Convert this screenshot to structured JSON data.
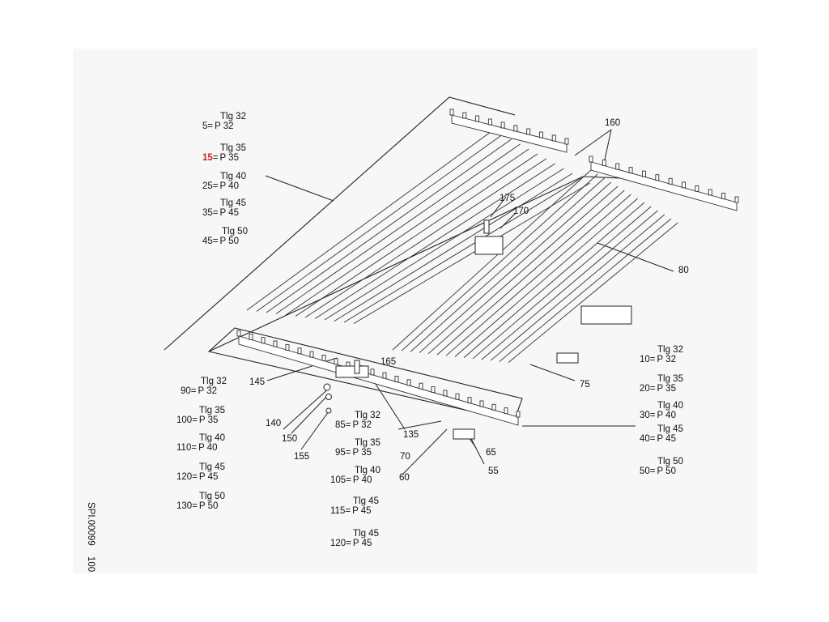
{
  "drawing_code": "SPI.00099",
  "drawing_number": "100",
  "groups": {
    "top_left": [
      {
        "pos": "5",
        "tlg": "Tlg 32",
        "p": "P 32"
      },
      {
        "pos": "15",
        "tlg": "Tlg 35",
        "p": "P 35",
        "highlight": true
      },
      {
        "pos": "25",
        "tlg": "Tlg 40",
        "p": "P 40"
      },
      {
        "pos": "35",
        "tlg": "Tlg 45",
        "p": "P 45"
      },
      {
        "pos": "45",
        "tlg": "Tlg 50",
        "p": "P 50"
      }
    ],
    "right": [
      {
        "pos": "10",
        "tlg": "Tlg 32",
        "p": "P 32"
      },
      {
        "pos": "20",
        "tlg": "Tlg 35",
        "p": "P 35"
      },
      {
        "pos": "30",
        "tlg": "Tlg 40",
        "p": "P 40"
      },
      {
        "pos": "40",
        "tlg": "Tlg 45",
        "p": "P 45"
      },
      {
        "pos": "50",
        "tlg": "Tlg 50",
        "p": "P 50"
      }
    ],
    "bottom_left": [
      {
        "pos": "90",
        "tlg": "Tlg 32",
        "p": "P 32"
      },
      {
        "pos": "100",
        "tlg": "Tlg 35",
        "p": "P 35"
      },
      {
        "pos": "110",
        "tlg": "Tlg 40",
        "p": "P 40"
      },
      {
        "pos": "120",
        "tlg": "Tlg 45",
        "p": "P 45"
      },
      {
        "pos": "130",
        "tlg": "Tlg 50",
        "p": "P 50"
      }
    ],
    "bottom_middle": [
      {
        "pos": "85",
        "tlg": "Tlg 32",
        "p": "P 32"
      },
      {
        "pos": "95",
        "tlg": "Tlg 35",
        "p": "P 35"
      },
      {
        "pos": "105",
        "tlg": "Tlg 40",
        "p": "P 40"
      },
      {
        "pos": "115",
        "tlg": "Tlg 45",
        "p": "P 45"
      },
      {
        "pos": "120",
        "tlg": "Tlg 45",
        "p": "P 45"
      }
    ]
  },
  "callouts": [
    "160",
    "175",
    "170",
    "80",
    "75",
    "165",
    "145",
    "140",
    "150",
    "155",
    "135",
    "70",
    "60",
    "65",
    "55"
  ]
}
